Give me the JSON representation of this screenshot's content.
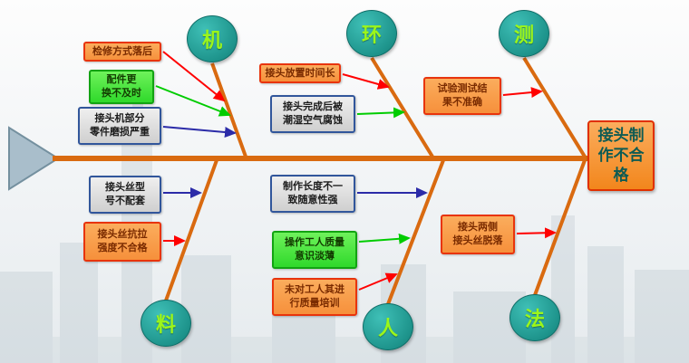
{
  "result": {
    "label": "接头制\n作不合\n格"
  },
  "categories": {
    "machine": {
      "label": "机"
    },
    "environment": {
      "label": "环"
    },
    "measurement": {
      "label": "测"
    },
    "material": {
      "label": "料"
    },
    "people": {
      "label": "人"
    },
    "method": {
      "label": "法"
    }
  },
  "causes": {
    "maintenance": {
      "text": "检修方式落后",
      "style": "orange"
    },
    "parts": {
      "text": "配件更\n换不及时",
      "style": "green"
    },
    "machine_parts": {
      "text": "接头机部分\n零件磨损严重",
      "style": "grey"
    },
    "placement": {
      "text": "接头放置时间长",
      "style": "orange"
    },
    "corrosion": {
      "text": "接头完成后被\n潮湿空气腐蚀",
      "style": "grey"
    },
    "test_result": {
      "text": "试验测试结\n果不准确",
      "style": "orange"
    },
    "wire_model": {
      "text": "接头丝型\n号不配套",
      "style": "grey"
    },
    "tensile": {
      "text": "接头丝抗拉\n强度不合格",
      "style": "orange"
    },
    "length": {
      "text": "制作长度不一\n致随意性强",
      "style": "grey"
    },
    "awareness": {
      "text": "操作工人质量\n意识淡薄",
      "style": "green"
    },
    "training": {
      "text": "未对工人其进\n行质量培训",
      "style": "orange"
    },
    "wire_falloff": {
      "text": "接头两侧\n接头丝脱落",
      "style": "orange"
    }
  },
  "colors": {
    "spine": "#d96a10",
    "circle_fill": "#1e948c",
    "circle_text": "#9cf61a",
    "orange_box": "#f6903b",
    "green_box": "#2fd92b",
    "grey_box": "#d9d9d9",
    "arrow_red": "#ff0000",
    "arrow_green": "#00cc00",
    "arrow_blue": "#2b2ba8"
  }
}
